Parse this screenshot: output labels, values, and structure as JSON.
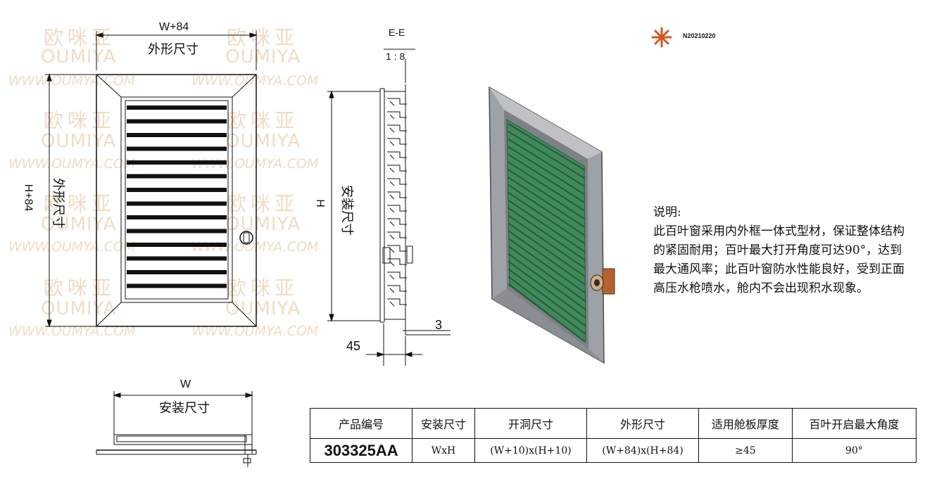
{
  "watermark": {
    "cn": "欧咪亚",
    "en": "OUMIYA",
    "url": "WWW.OUMYA.COM"
  },
  "logo": {
    "icon": "asterisk-logo-icon",
    "color": "#d9541e",
    "code": "N20210220"
  },
  "front_view": {
    "top_dim_value": "W+84",
    "top_dim_label": "外形尺寸",
    "left_dim_value": "H+84",
    "left_dim_label": "外形尺寸"
  },
  "section_view": {
    "title": "E-E",
    "scale": "1 : 8",
    "height_value": "H",
    "height_label": "安装尺寸",
    "depth_value": "45",
    "thickness_value": "3"
  },
  "bottom_view": {
    "width_value": "W",
    "width_label": "安装尺寸"
  },
  "render": {
    "slat_color": "#3f8a5a",
    "frame_color": "#a6a8ad",
    "lock_color": "#b5622c"
  },
  "notes": {
    "title": "说明:",
    "lines": [
      "此百叶窗采用内外框一体式型材，保证整体结构",
      "的紧固耐用；百叶最大打开角度可达90°，达到",
      "最大通风率；此百叶窗防水性能良好，受到正面",
      "高压水枪喷水，舱内不会出现积水现象。"
    ]
  },
  "spec_table": {
    "headers": [
      "产品编号",
      "安装尺寸",
      "开洞尺寸",
      "外形尺寸",
      "适用舱板厚度",
      "百叶开启最大角度"
    ],
    "row": [
      "303325AA",
      "WxH",
      "(W+10)x(H+10)",
      "(W+84)x(H+84)",
      "≥45",
      "90°"
    ]
  }
}
